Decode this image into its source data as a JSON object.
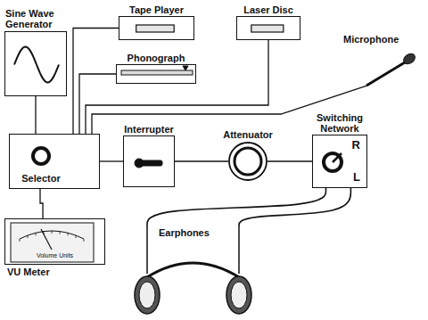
{
  "diagram": {
    "nodes": [
      {
        "text": [
          "Sine Wave Generator"
        ]
      },
      {
        "text": [
          "Tape Player"
        ]
      },
      {
        "text": [
          "Laser Disc"
        ]
      },
      {
        "text": [
          "Phonograph"
        ]
      },
      {
        "text": [
          "Microphone"
        ]
      },
      {
        "text": [
          "Selector"
        ]
      },
      {
        "text": [
          "Interrupter"
        ]
      },
      {
        "text": [
          "Attenuator"
        ]
      },
      {
        "text": [
          "Switching Network",
          "R",
          "L"
        ]
      },
      {
        "text": [
          "VU Meter",
          "Volume Units"
        ]
      },
      {
        "text": [
          "Earphones"
        ]
      }
    ],
    "edges": [
      {
        "from": 0,
        "to": 5,
        "arrow": "none"
      },
      {
        "from": 1,
        "to": 5,
        "arrow": "none"
      },
      {
        "from": 3,
        "to": 5,
        "arrow": "none"
      },
      {
        "from": 2,
        "to": 5,
        "arrow": "none"
      },
      {
        "from": 4,
        "to": 5,
        "arrow": "none"
      },
      {
        "from": 5,
        "to": 6,
        "arrow": "none"
      },
      {
        "from": 6,
        "to": 7,
        "arrow": "none"
      },
      {
        "from": 7,
        "to": 8,
        "arrow": "none"
      },
      {
        "from": 5,
        "to": 9,
        "arrow": "none"
      },
      {
        "from": 8,
        "to": 10,
        "arrow": "none"
      },
      {
        "from": 8,
        "to": 10,
        "arrow": "none"
      }
    ]
  }
}
